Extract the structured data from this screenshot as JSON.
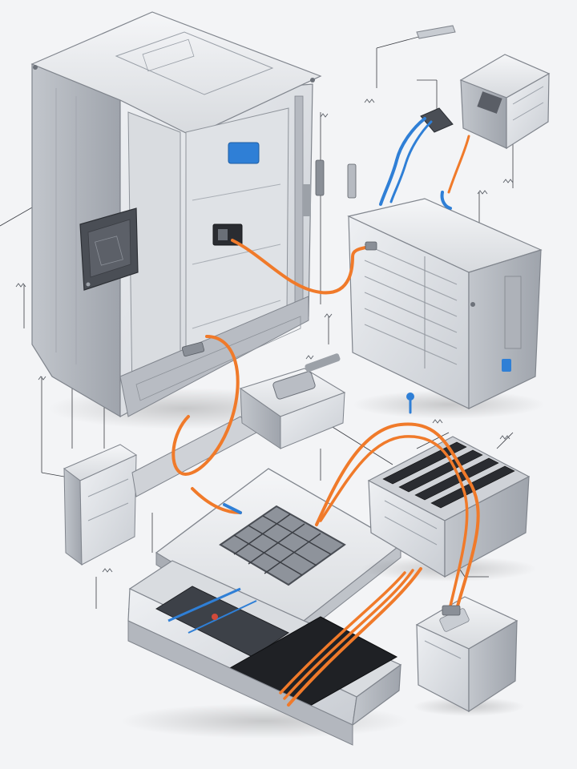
{
  "diagram": {
    "kind": "exploded-isometric-assembly",
    "background_color": "#f3f4f6",
    "colors": {
      "metal_light": "#e2e4e8",
      "metal_mid": "#c4c8ce",
      "metal_dark": "#8e939b",
      "cable_orange": "#f07a2a",
      "cable_blue": "#2f7fd6",
      "cell_dark": "#2a2c31",
      "leader_line": "#3a3d43"
    },
    "components": [
      {
        "id": "cabinet-enclosure",
        "icon": "cabinet-icon"
      },
      {
        "id": "control-module",
        "icon": "module-icon"
      },
      {
        "id": "terminal-block",
        "icon": "terminal-icon"
      },
      {
        "id": "power-converter-unit",
        "icon": "converter-icon"
      },
      {
        "id": "mounting-bracket",
        "icon": "bracket-icon"
      },
      {
        "id": "cooling-plate",
        "icon": "plate-icon"
      },
      {
        "id": "battery-module",
        "icon": "battery-icon"
      },
      {
        "id": "base-tray",
        "icon": "tray-icon"
      },
      {
        "id": "junction-box",
        "icon": "box-icon"
      },
      {
        "id": "connector-hub",
        "icon": "hub-icon"
      }
    ],
    "cables": [
      {
        "id": "hv-cable",
        "color": "orange"
      },
      {
        "id": "coolant-line",
        "color": "blue"
      }
    ]
  }
}
